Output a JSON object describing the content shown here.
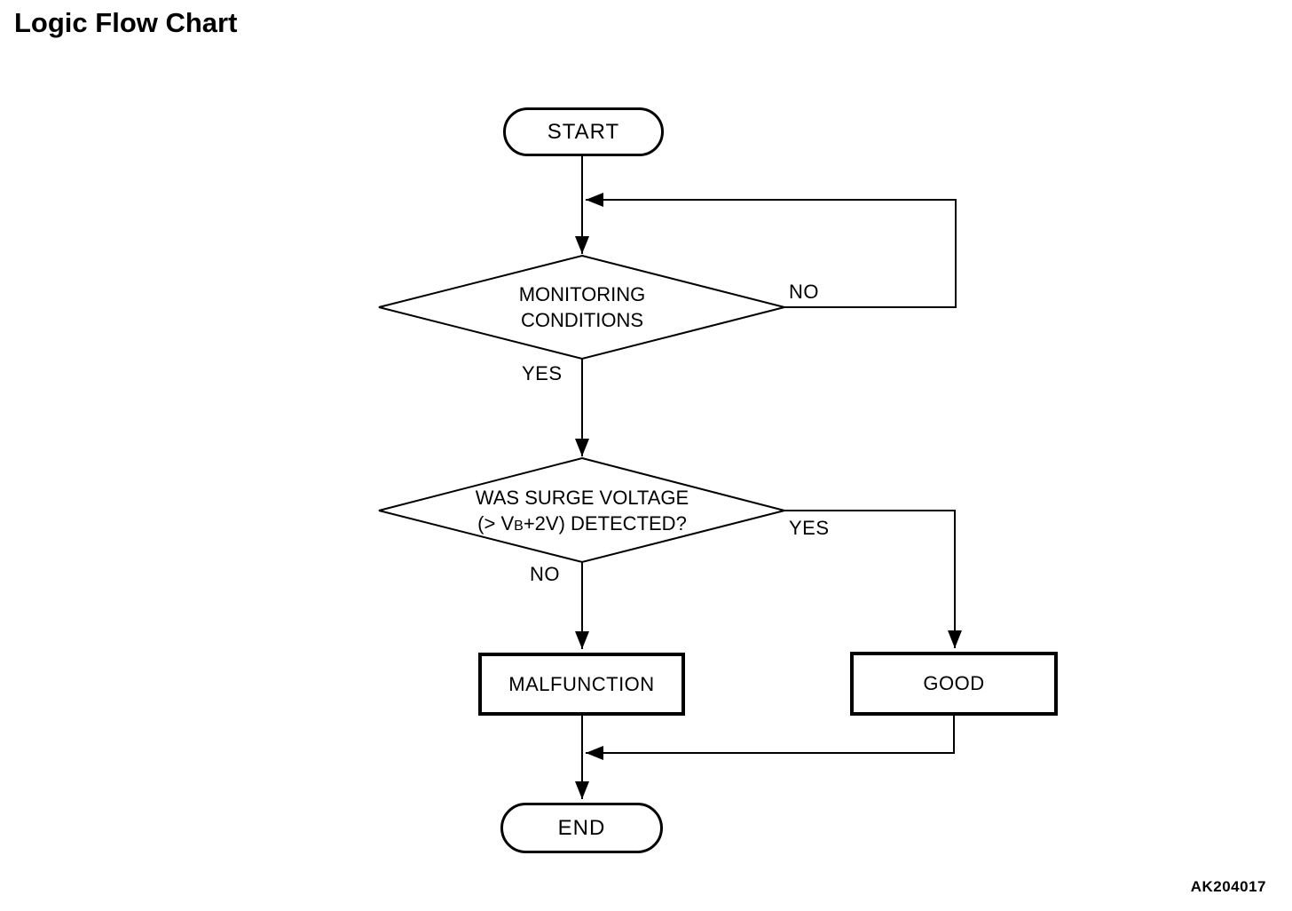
{
  "title": "Logic Flow Chart",
  "figure_code": "AK204017",
  "colors": {
    "background": "#ffffff",
    "line": "#000000",
    "text": "#000000"
  },
  "flowchart": {
    "nodes": {
      "start": {
        "type": "terminator",
        "label": "START"
      },
      "monitoring_conditions": {
        "type": "decision",
        "line1": "MONITORING",
        "line2": "CONDITIONS"
      },
      "surge_voltage": {
        "type": "decision",
        "line1": "WAS SURGE VOLTAGE",
        "line2_pre": "(> V",
        "line2_sub": "B",
        "line2_post": "+2V) DETECTED?"
      },
      "malfunction": {
        "type": "process",
        "label": "MALFUNCTION"
      },
      "good": {
        "type": "process",
        "label": "GOOD"
      },
      "end": {
        "type": "terminator",
        "label": "END"
      }
    },
    "edge_labels": {
      "monitoring_no": "NO",
      "monitoring_yes": "YES",
      "surge_yes": "YES",
      "surge_no": "NO"
    }
  }
}
